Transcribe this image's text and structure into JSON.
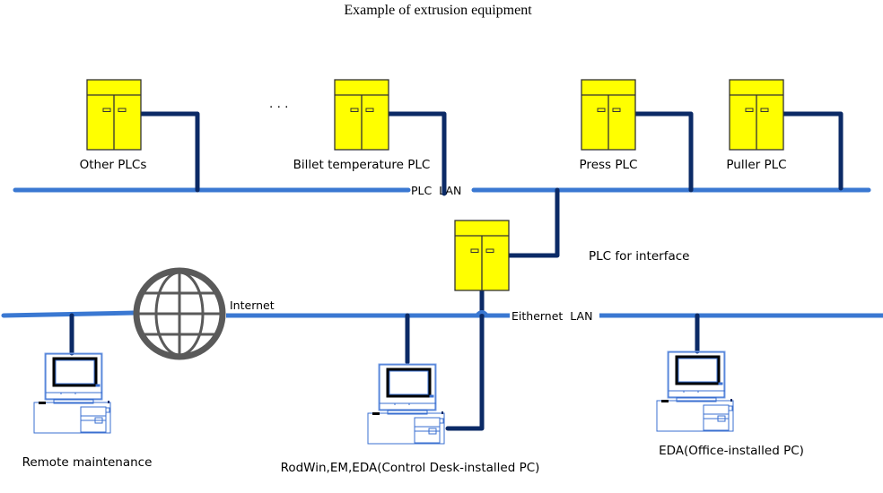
{
  "title": "Example of extrusion equipment",
  "colors": {
    "lan_line": "#3a78d2",
    "connector": "#0b2a66",
    "plc_fill": "#ffff00",
    "plc_border": "#333333",
    "globe": "#5a5a5a",
    "pc_line": "#3a6fd0"
  },
  "plc_lan": {
    "label": "PLC  LAN"
  },
  "ethernet_lan": {
    "label": "Eithernet  LAN"
  },
  "internet": {
    "label": "Internet",
    "icon": "globe-icon"
  },
  "ellipsis": ". . .",
  "plcs": [
    {
      "id": "other",
      "label": "Other PLCs",
      "icon": "plc-cabinet-icon"
    },
    {
      "id": "billet",
      "label": "Billet temperature PLC",
      "icon": "plc-cabinet-icon"
    },
    {
      "id": "press",
      "label": "Press PLC",
      "icon": "plc-cabinet-icon"
    },
    {
      "id": "puller",
      "label": "Puller PLC",
      "icon": "plc-cabinet-icon"
    },
    {
      "id": "interface",
      "label": "PLC for interface",
      "icon": "plc-cabinet-icon"
    }
  ],
  "pcs": [
    {
      "id": "remote",
      "label": "Remote maintenance",
      "icon": "desktop-pc-icon"
    },
    {
      "id": "control",
      "label": "RodWin,EM,EDA(Control Desk-installed PC)",
      "icon": "desktop-pc-icon"
    },
    {
      "id": "office",
      "label": "EDA(Office-installed PC)",
      "icon": "desktop-pc-icon"
    }
  ]
}
